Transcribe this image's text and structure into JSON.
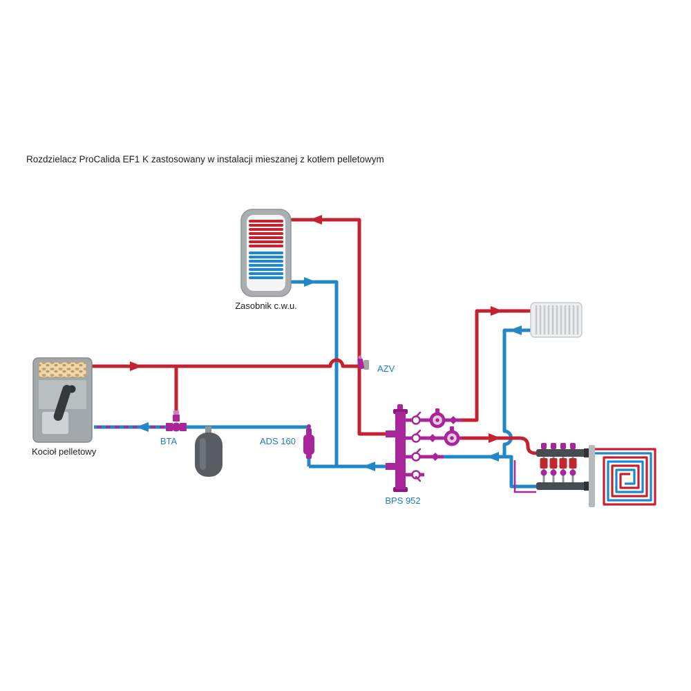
{
  "title": "Rozdzielacz ProCalida EF1 K zastosowany w instalacji mieszanej z kotłem pelletowym",
  "components": {
    "boiler": {
      "label": "Kocioł pelletowy"
    },
    "dhw_tank": {
      "label": "Zasobnik c.w.u."
    },
    "bta_valve": {
      "label": "BTA"
    },
    "ads_separator": {
      "label": "ADS 160"
    },
    "azv_vent": {
      "label": "AZV"
    },
    "bps_manifold": {
      "label": "BPS 952"
    }
  },
  "colors": {
    "supply": "#c52231",
    "return": "#2187c7",
    "product": "#a82699",
    "label": "#1b7cc0",
    "text": "#1d1d1b"
  }
}
